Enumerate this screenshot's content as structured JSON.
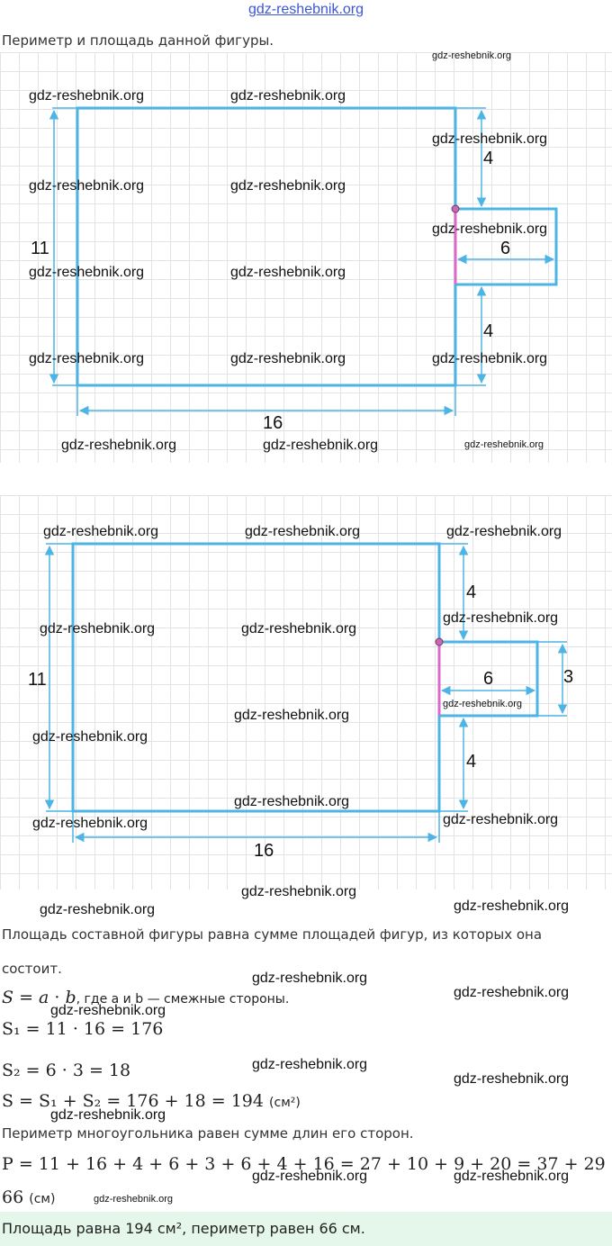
{
  "site_link": "gdz-reshebnik.org",
  "heading": "Периметр и площадь данной фигуры.",
  "watermark": "gdz-reshebnik.org",
  "figure1": {
    "height": "11",
    "width": "16",
    "top_gap": "4",
    "bottom_gap": "4",
    "ext_length": "6"
  },
  "figure2": {
    "height": "11",
    "width": "16",
    "top_gap": "4",
    "bottom_gap": "4",
    "ext_length": "6",
    "ext_height": "3"
  },
  "colors": {
    "shape": "#4db4e6",
    "joint": "#d96bc8"
  },
  "solution": {
    "line1": "Площадь составной фигуры равна сумме площадей фигур, из которых она",
    "line2": "состоит.",
    "formula_comment": ", где a и b — смежные стороны.",
    "s1": "S₁ = 11 · 16 = 176",
    "s2": "S₂ = 6 · 3 = 18",
    "s_total": "S = S₁ + S₂ = 176 + 18 = 194",
    "s_unit": "(см²)",
    "perimeter_text": "Периметр многоугольника равен сумме длин его сторон.",
    "p_formula": "P = 11 + 16 + 4 + 6 + 3 + 6 + 4 + 16 = 27 + 10 + 9 + 20 = 37 + 29 =",
    "p_result": "66",
    "p_unit": "(см)"
  },
  "answer": "Площадь равна 194 см², периметр равен 66 см."
}
